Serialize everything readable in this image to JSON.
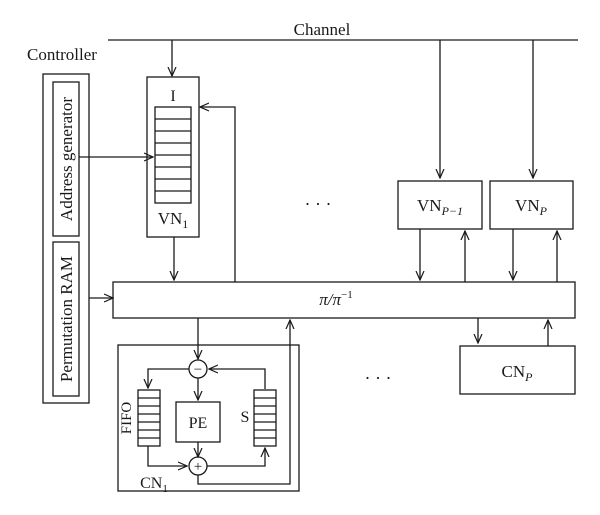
{
  "channel": {
    "label": "Channel"
  },
  "controller": {
    "title": "Controller",
    "address_generator": "Address generator",
    "permutation_ram": "Permutation RAM"
  },
  "vn1": {
    "input_label": "I",
    "name": "VN",
    "sub": "1"
  },
  "vn_p_minus_1": {
    "name": "VN",
    "sub": "P−1"
  },
  "vn_p": {
    "name": "VN",
    "sub": "P"
  },
  "vn_ellipsis": "· · ·",
  "permutation": {
    "base": "π/π",
    "sup": "−1"
  },
  "cn1": {
    "name": "CN",
    "sub": "1",
    "fifo": "FIFO",
    "pe": "PE",
    "s": "S",
    "minus": "−",
    "plus": "+"
  },
  "cn_ellipsis": "· · ·",
  "cn_p": {
    "name": "CN",
    "sub": "P"
  }
}
